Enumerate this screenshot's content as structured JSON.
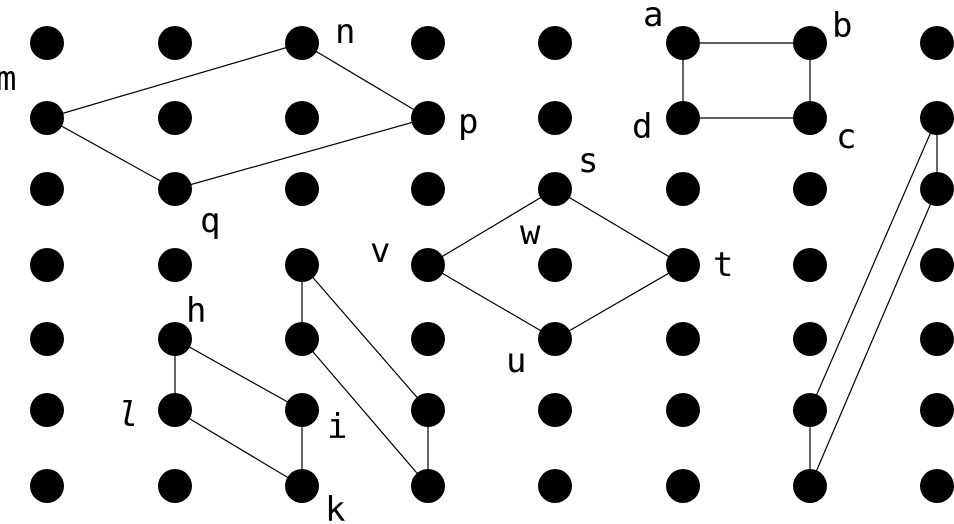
{
  "colors": {
    "background": "#ffffff",
    "ink": "#000000"
  },
  "grid": {
    "columns": 8,
    "rows": 7
  },
  "labels": {
    "a": "a",
    "b": "b",
    "c": "c",
    "d": "d",
    "m": "m",
    "n": "n",
    "p": "p",
    "q": "q",
    "s": "s",
    "t": "t",
    "u": "u",
    "v": "v",
    "w": "w",
    "h": "h",
    "i": "i",
    "k": "k",
    "l": "l"
  },
  "edges": [
    [
      [
        0,
        1
      ],
      [
        2,
        0
      ]
    ],
    [
      [
        2,
        0
      ],
      [
        3,
        1
      ]
    ],
    [
      [
        3,
        1
      ],
      [
        1,
        2
      ]
    ],
    [
      [
        1,
        2
      ],
      [
        0,
        1
      ]
    ],
    [
      [
        5,
        0
      ],
      [
        6,
        0
      ]
    ],
    [
      [
        6,
        0
      ],
      [
        6,
        1
      ]
    ],
    [
      [
        6,
        1
      ],
      [
        5,
        1
      ]
    ],
    [
      [
        5,
        1
      ],
      [
        5,
        0
      ]
    ],
    [
      [
        4,
        2
      ],
      [
        5,
        3
      ]
    ],
    [
      [
        5,
        3
      ],
      [
        4,
        4
      ]
    ],
    [
      [
        4,
        4
      ],
      [
        3,
        3
      ]
    ],
    [
      [
        3,
        3
      ],
      [
        4,
        2
      ]
    ],
    [
      [
        1,
        4
      ],
      [
        2,
        5
      ]
    ],
    [
      [
        2,
        5
      ],
      [
        2,
        6
      ]
    ],
    [
      [
        2,
        6
      ],
      [
        1,
        5
      ]
    ],
    [
      [
        1,
        5
      ],
      [
        1,
        4
      ]
    ],
    [
      [
        2,
        3
      ],
      [
        2,
        4
      ]
    ],
    [
      [
        2,
        4
      ],
      [
        3,
        6
      ]
    ],
    [
      [
        3,
        6
      ],
      [
        3,
        5
      ]
    ],
    [
      [
        3,
        5
      ],
      [
        2,
        3
      ]
    ],
    [
      [
        7,
        1
      ],
      [
        7,
        2
      ]
    ],
    [
      [
        7,
        2
      ],
      [
        6,
        6
      ]
    ],
    [
      [
        6,
        6
      ],
      [
        6,
        5
      ]
    ],
    [
      [
        6,
        5
      ],
      [
        7,
        1
      ]
    ]
  ]
}
